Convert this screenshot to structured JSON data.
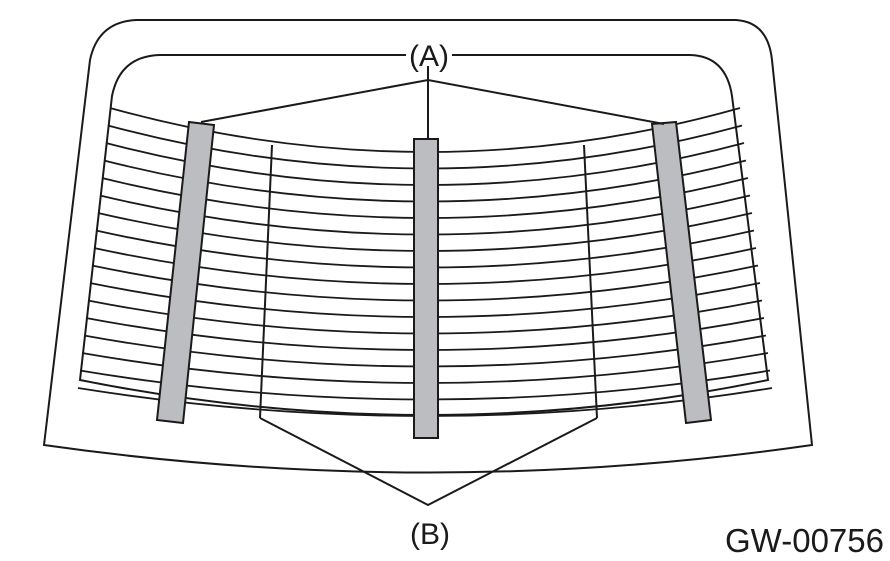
{
  "diagram": {
    "callout_a": "(A)",
    "callout_b": "(B)",
    "figure_code": "GW-00756"
  },
  "colors": {
    "line": "#1a1a1a",
    "strip_fill": "#bcbdc0",
    "background": "#ffffff"
  }
}
